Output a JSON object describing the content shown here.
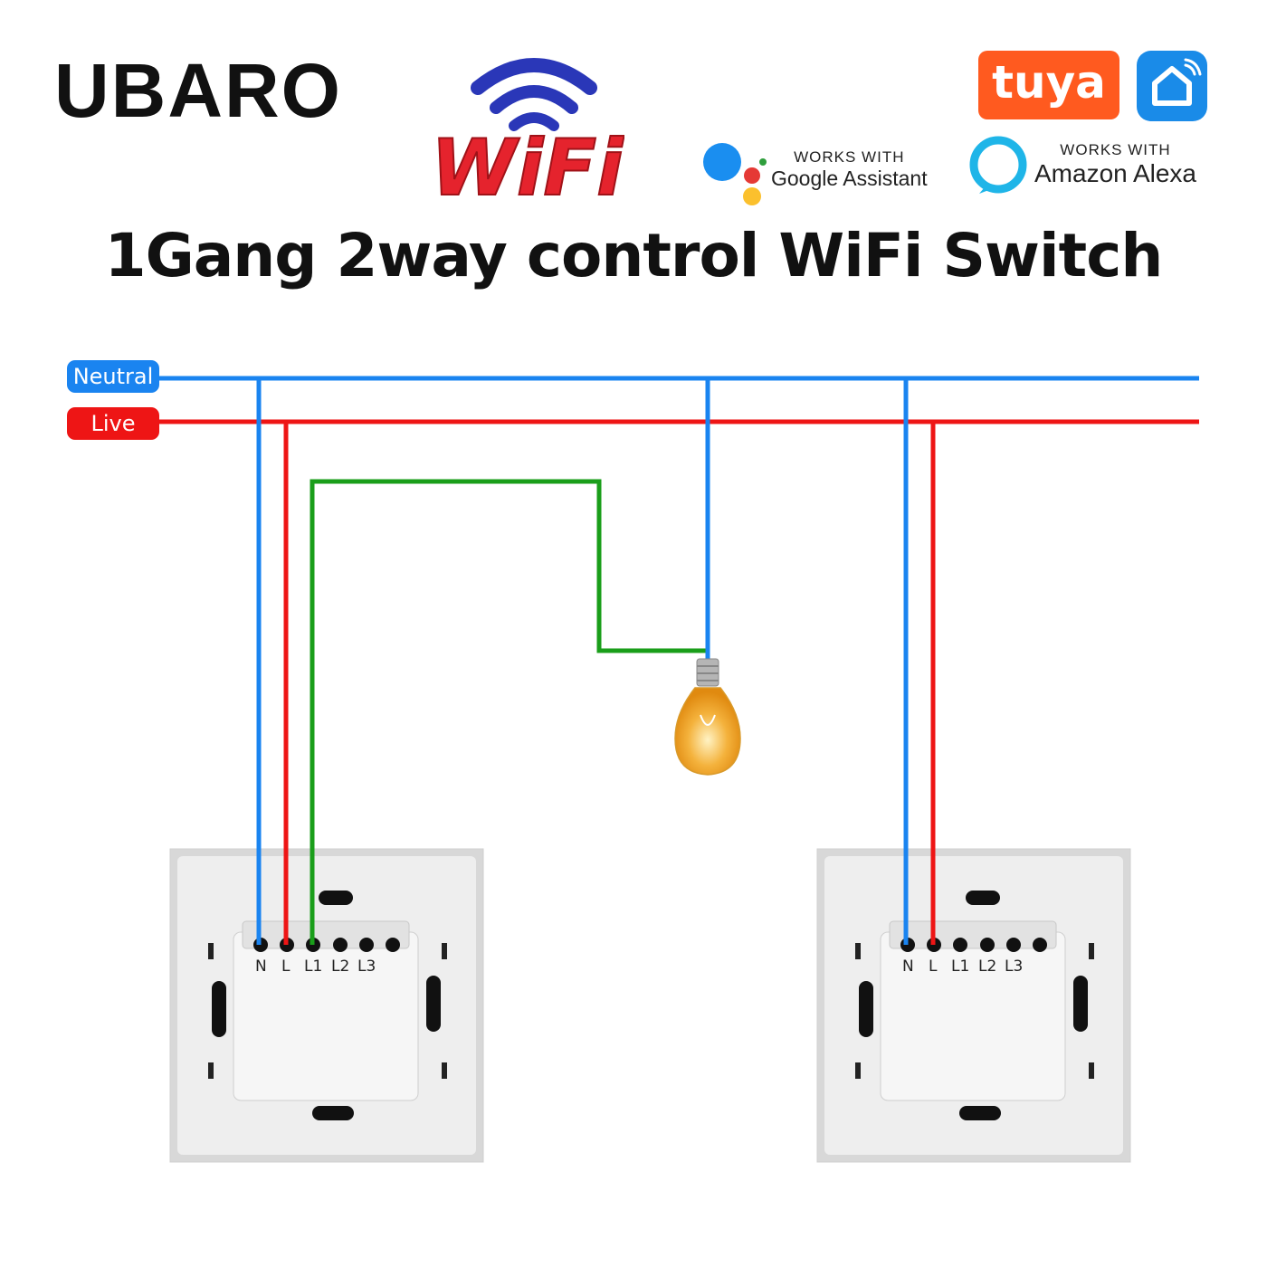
{
  "brand": "UBARO",
  "wifi_logo": {
    "text": "WiFi",
    "colors": {
      "arcs": "#2a37b8",
      "text": "#e5232d"
    }
  },
  "tuya": {
    "label": "tuya",
    "color": "#ff5a1f"
  },
  "smart_life_icon": "home-icon",
  "google": {
    "works_with": "WORKS WITH",
    "name": "Google Assistant"
  },
  "alexa": {
    "works_with": "WORKS WITH",
    "name": "Amazon Alexa"
  },
  "title": "1Gang 2way control WiFi Switch",
  "wires": {
    "neutral": {
      "label": "Neutral",
      "color": "#1a84f0"
    },
    "live": {
      "label": "Live",
      "color": "#ee1515"
    },
    "load": {
      "color": "#1a9e1a"
    }
  },
  "switch_left": {
    "terminals": [
      "N",
      "L",
      "L1",
      "L2",
      "L3"
    ]
  },
  "switch_right": {
    "terminals": [
      "N",
      "L",
      "L1",
      "L2",
      "L3"
    ]
  },
  "bulb_icon": "light-bulb-icon"
}
